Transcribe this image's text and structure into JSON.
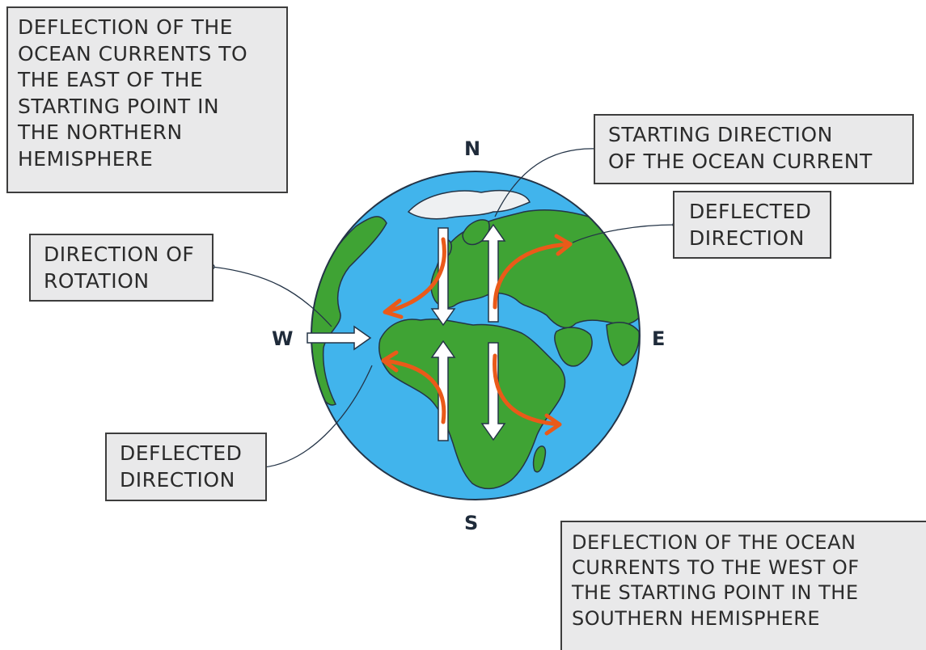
{
  "labels": {
    "north_note": [
      "DEFLECTION OF THE",
      "OCEAN CURRENTS TO",
      "THE EAST OF THE",
      "STARTING POINT IN",
      "THE NORTHERN",
      "HEMISPHERE"
    ],
    "starting_direction": [
      "STARTING DIRECTION",
      "OF THE OCEAN CURRENT"
    ],
    "deflected_right": [
      "DEFLECTED",
      "DIRECTION"
    ],
    "rotation": [
      "DIRECTION OF",
      "ROTATION"
    ],
    "deflected_left": [
      "DEFLECTED",
      "DIRECTION"
    ],
    "south_note": [
      "DEFLECTION OF THE OCEAN",
      "CURRENTS TO THE WEST OF",
      "THE STARTING POINT IN THE",
      "SOUTHERN HEMISPHERE"
    ]
  },
  "compass": {
    "n": "N",
    "s": "S",
    "e": "E",
    "w": "W"
  },
  "colors": {
    "ocean": "#41b4ec",
    "land": "#3fa334",
    "ice": "#eef0f2",
    "deflection_arrow": "#ea5a19",
    "label_fill": "#e9e9ea"
  }
}
